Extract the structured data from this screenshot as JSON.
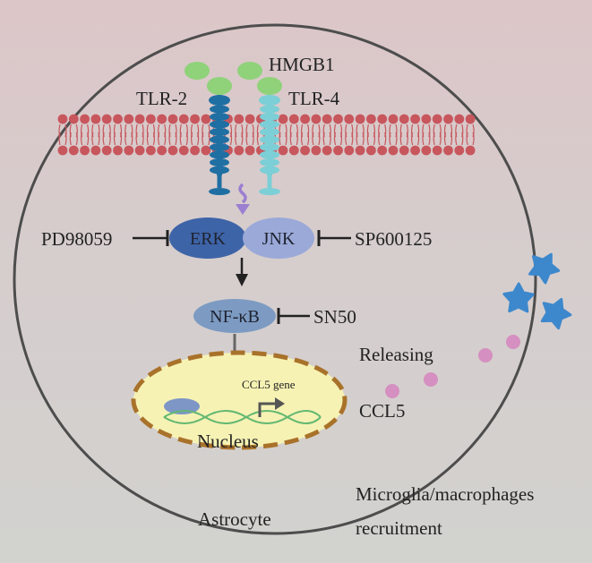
{
  "diagram": {
    "ligand": "HMGB1",
    "receptor_left": "TLR-2",
    "receptor_right": "TLR-4",
    "erk": "ERK",
    "jnk": "JNK",
    "erk_inhibitor": "PD98059",
    "jnk_inhibitor": "SP600125",
    "nfkb": "NF-κB",
    "nfkb_inhibitor": "SN50",
    "gene": "CCL5 gene",
    "nucleus": "Nucleus",
    "cell": "Astrocyte",
    "releasing": "Releasing",
    "chemokine": "CCL5",
    "recruit_line1": "Microglia/macrophages",
    "recruit_line2": "recruitment"
  },
  "colors": {
    "ligand": "#8fd27a",
    "tlr2": "#1f6fa3",
    "tlr4": "#7ccfd6",
    "lipid_head": "#c7575d",
    "erk": "#3e64a8",
    "jnk": "#9aa9d8",
    "nfkb": "#7d9bc2",
    "nucleus_fill": "#f6f2b4",
    "nucleus_border": "#a9722a",
    "ccl5_dot": "#d58fc0",
    "cytokine_star": "#3d88cc",
    "signal_arrow": "#9b7fd0"
  }
}
